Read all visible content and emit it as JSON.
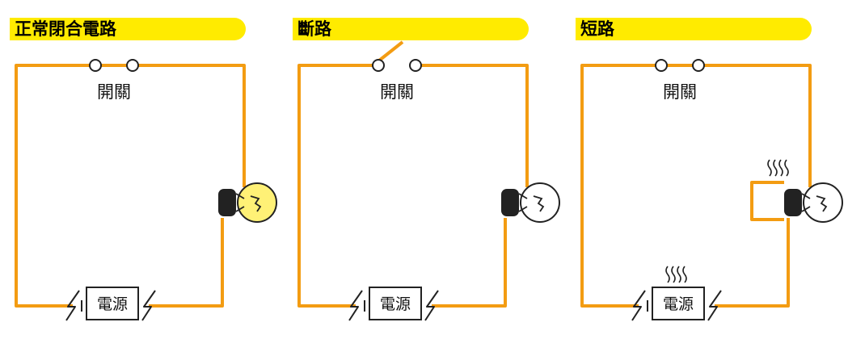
{
  "panels": [
    {
      "title": "正常閉合電路",
      "switch_label": "開關",
      "power_label": "電源",
      "switch_state": "closed",
      "bulb": "lit",
      "heat_on_bulb": false,
      "heat_on_power": false
    },
    {
      "title": "斷路",
      "switch_label": "開關",
      "power_label": "電源",
      "switch_state": "open",
      "bulb": "off",
      "heat_on_bulb": false,
      "heat_on_power": false
    },
    {
      "title": "短路",
      "switch_label": "開關",
      "power_label": "電源",
      "switch_state": "closed",
      "bulb": "off",
      "bypass_wire": true,
      "heat_on_bulb": true,
      "heat_on_power": true
    }
  ],
  "colors": {
    "wire": "#f39c12",
    "title_bar": "#ffeb00",
    "bulb_lit": "#fff176",
    "bulb_off": "#ffffff",
    "bulb_base": "#222222"
  }
}
